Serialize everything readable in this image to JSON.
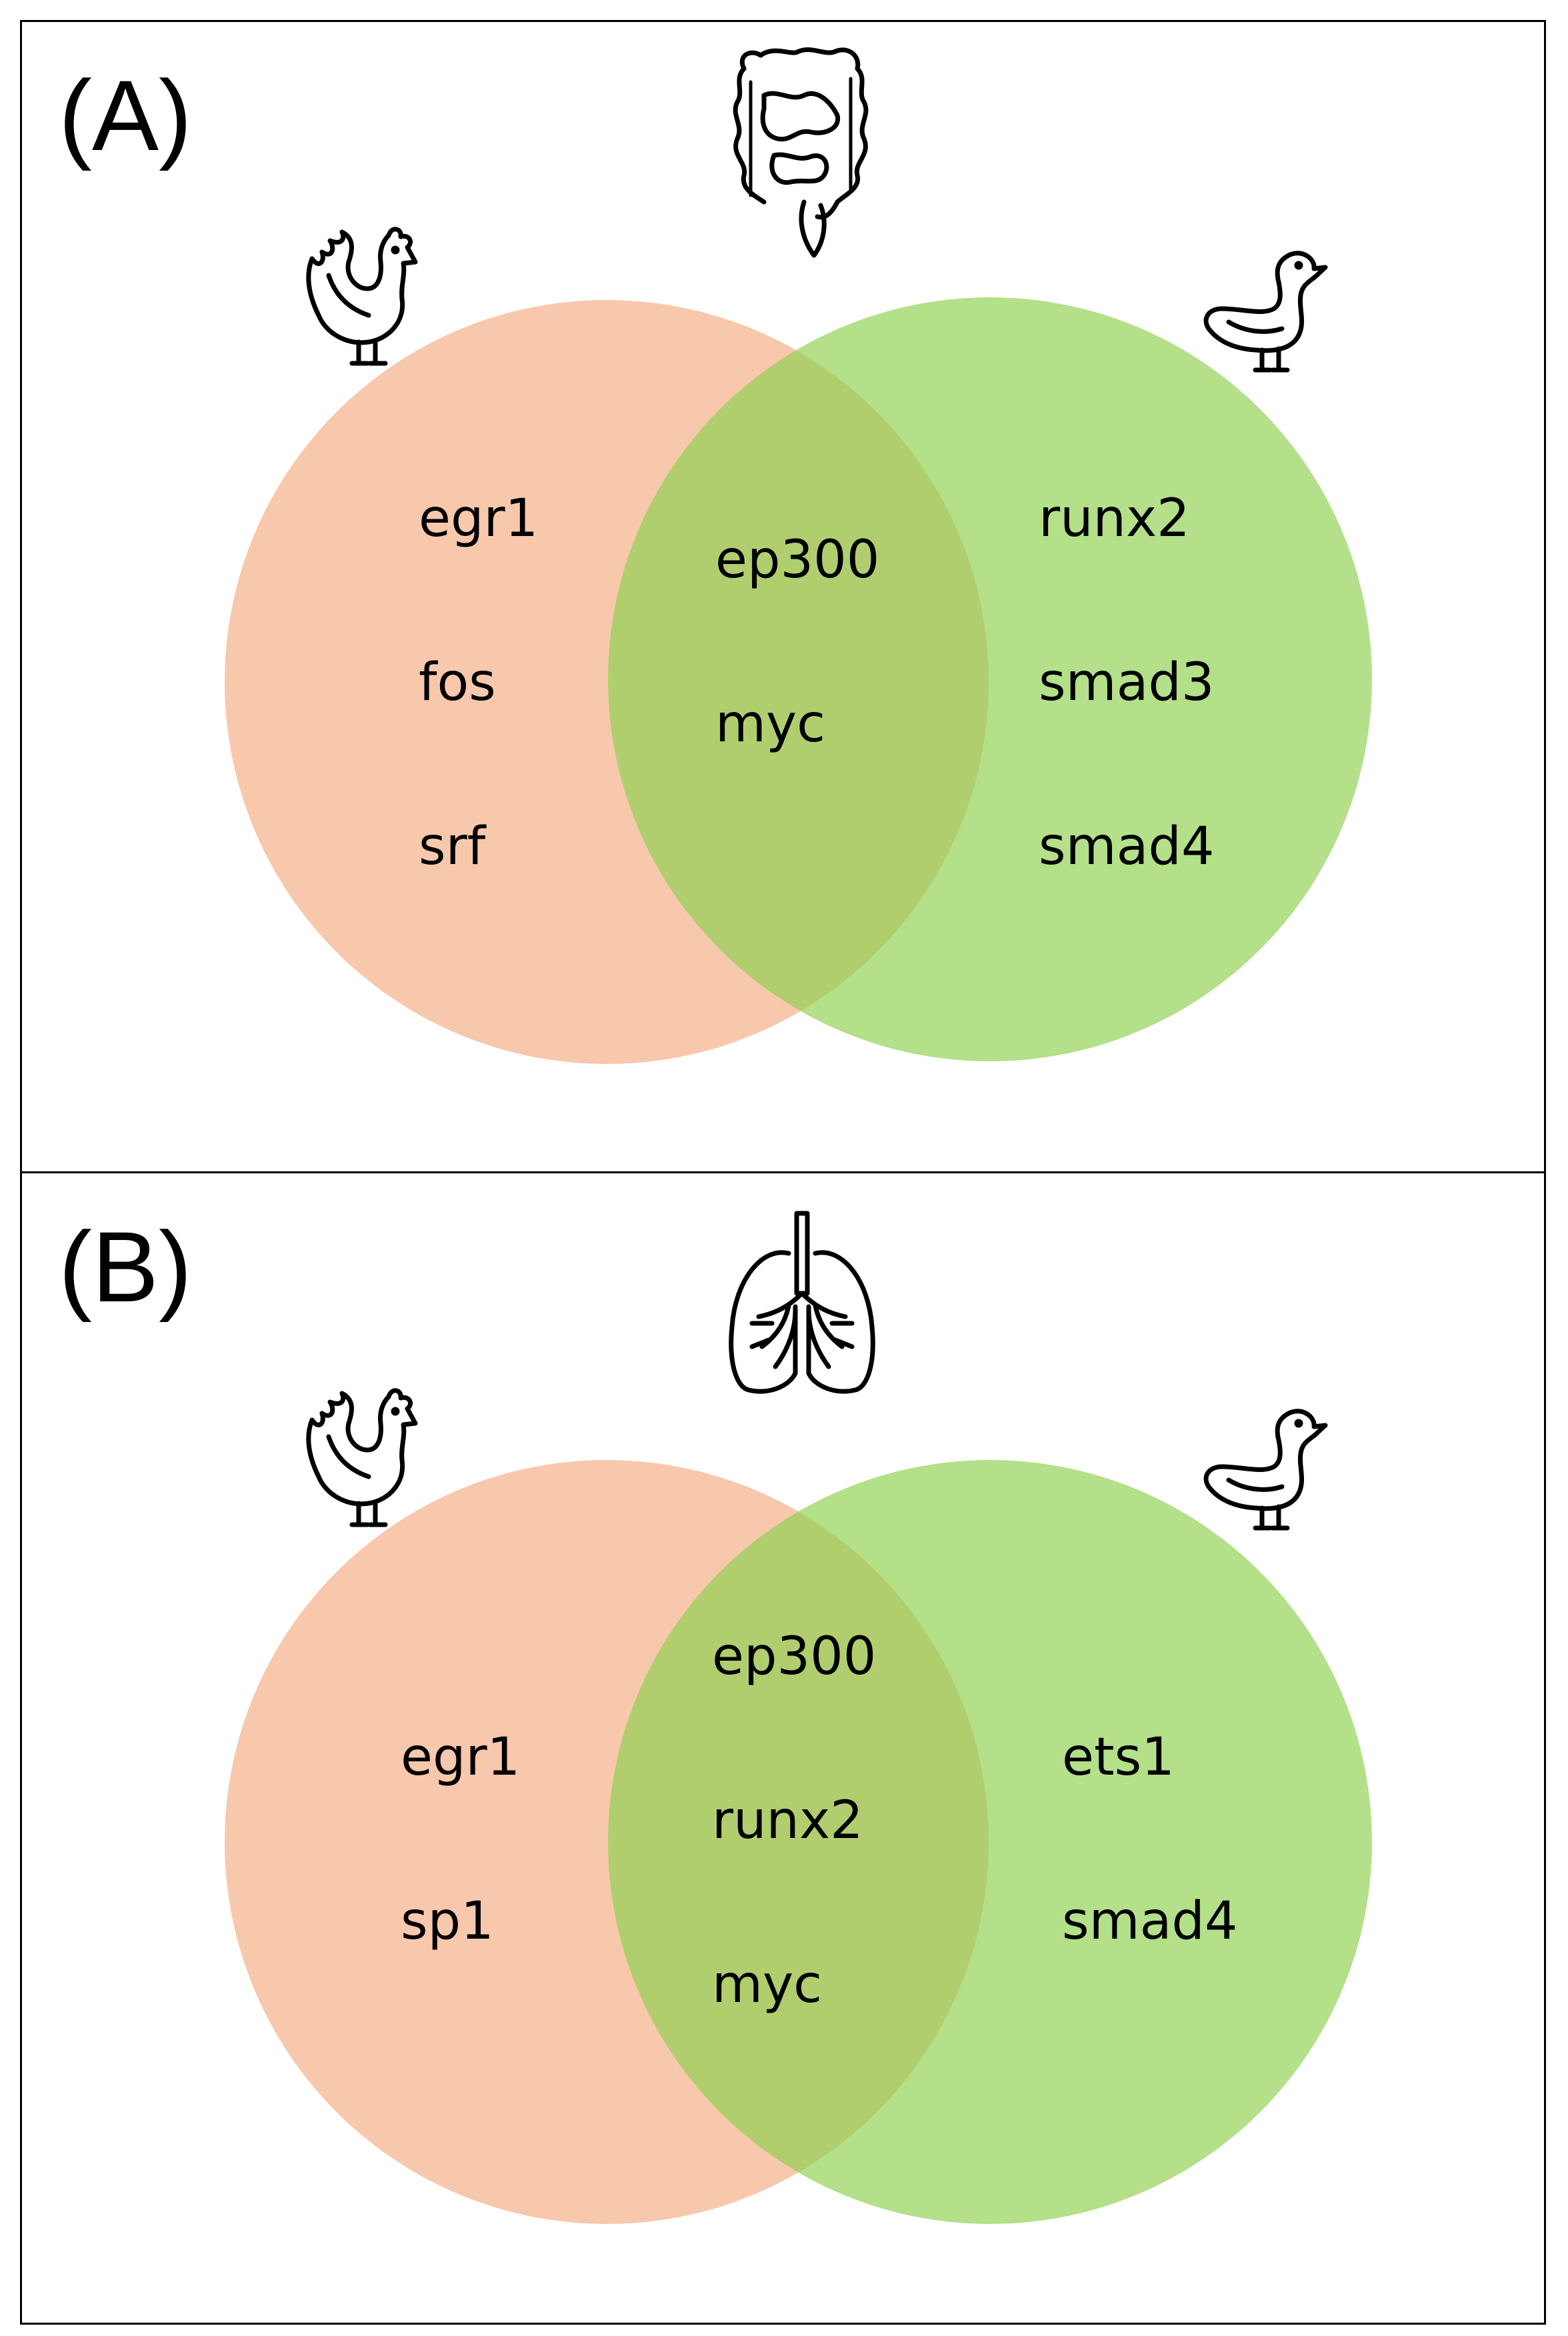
{
  "panels": [
    {
      "label": "(A)",
      "organ_icon": "intestine-icon",
      "left_species_icon": "chicken-icon",
      "right_species_icon": "duck-icon",
      "left_only": [
        "egr1",
        "fos",
        "srf"
      ],
      "shared": [
        "ep300",
        "myc"
      ],
      "right_only": [
        "runx2",
        "smad3",
        "smad4"
      ]
    },
    {
      "label": "(B)",
      "organ_icon": "lungs-icon",
      "left_species_icon": "chicken-icon",
      "right_species_icon": "duck-icon",
      "left_only": [
        "egr1",
        "sp1"
      ],
      "shared": [
        "ep300",
        "runx2",
        "myc"
      ],
      "right_only": [
        "ets1",
        "smad4"
      ]
    }
  ],
  "colors": {
    "left_circle": "#f4a77a",
    "right_circle": "#8fd14f",
    "border": "#000000"
  }
}
